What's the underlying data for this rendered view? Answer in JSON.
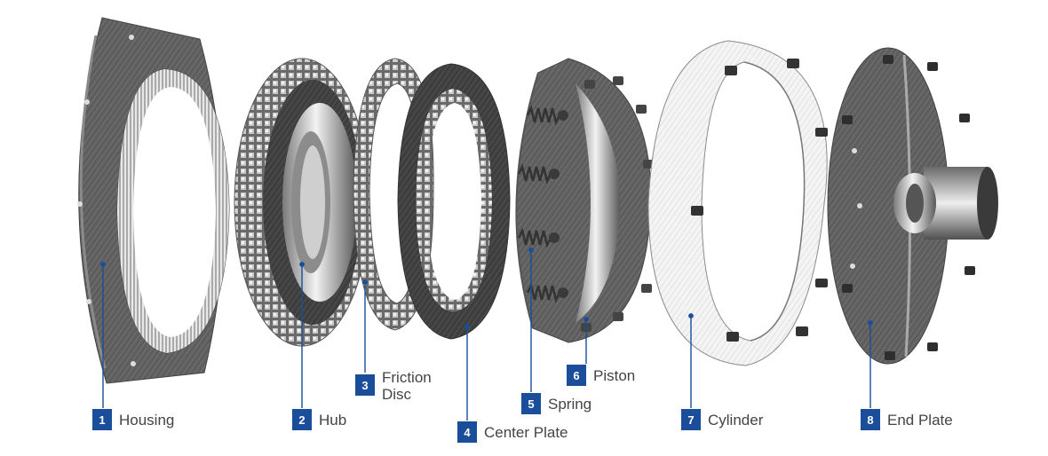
{
  "accent_color": "#1a4e9a",
  "parts": [
    {
      "number": "1",
      "label": "Housing"
    },
    {
      "number": "2",
      "label": "Hub"
    },
    {
      "number": "3",
      "label_lines": [
        "Friction",
        "Disc"
      ]
    },
    {
      "number": "4",
      "label": "Center Plate"
    },
    {
      "number": "5",
      "label": "Spring"
    },
    {
      "number": "6",
      "label": "Piston"
    },
    {
      "number": "7",
      "label": "Cylinder"
    },
    {
      "number": "8",
      "label": "End Plate"
    }
  ]
}
